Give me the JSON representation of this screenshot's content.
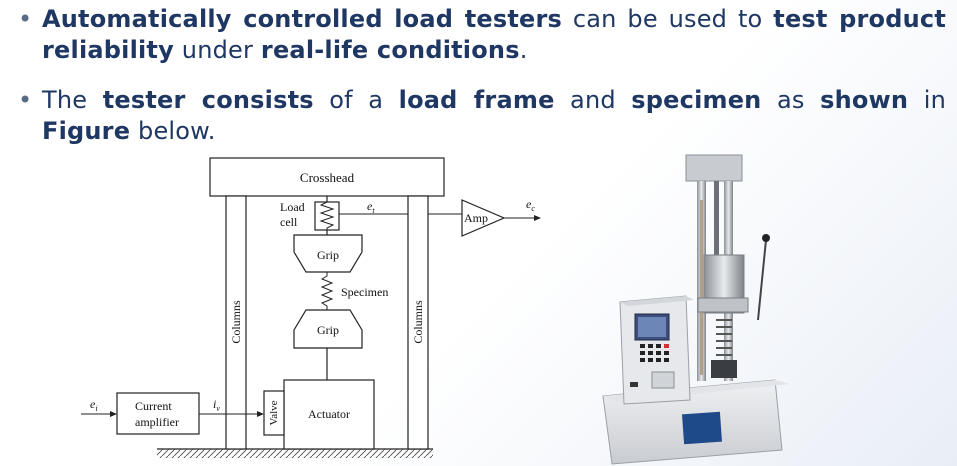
{
  "bullets": [
    {
      "parts": [
        {
          "t": "Automatically controlled load testers",
          "b": true
        },
        {
          "t": " can be used to ",
          "b": false
        },
        {
          "t": "test product reliability",
          "b": true
        },
        {
          "t": " under ",
          "b": false
        },
        {
          "t": "real-life conditions",
          "b": true
        },
        {
          "t": ".",
          "b": false
        }
      ]
    },
    {
      "parts": [
        {
          "t": "The ",
          "b": false
        },
        {
          "t": "tester consists",
          "b": true
        },
        {
          "t": " of a ",
          "b": false
        },
        {
          "t": "load frame",
          "b": true
        },
        {
          "t": " and ",
          "b": false
        },
        {
          "t": "specimen",
          "b": true
        },
        {
          "t": " as ",
          "b": false
        },
        {
          "t": "shown",
          "b": true
        },
        {
          "t": " in ",
          "b": false
        },
        {
          "t": "Figure",
          "b": true
        },
        {
          "t": " below.",
          "b": false
        }
      ]
    }
  ],
  "diagram": {
    "crosshead": "Crosshead",
    "load": "Load",
    "cell": "cell",
    "et": "e",
    "et_sub": "t",
    "amp": "Amp",
    "ec": "e",
    "ec_sub": "c",
    "grip_top": "Grip",
    "specimen": "Specimen",
    "grip_bottom": "Grip",
    "columns_left": "Columns",
    "columns_right": "Columns",
    "ei": "e",
    "ei_sub": "i",
    "current": "Current",
    "amplifier": "amplifier",
    "iv": "i",
    "iv_sub": "v",
    "valve": "Valve",
    "actuator": "Actuator"
  }
}
